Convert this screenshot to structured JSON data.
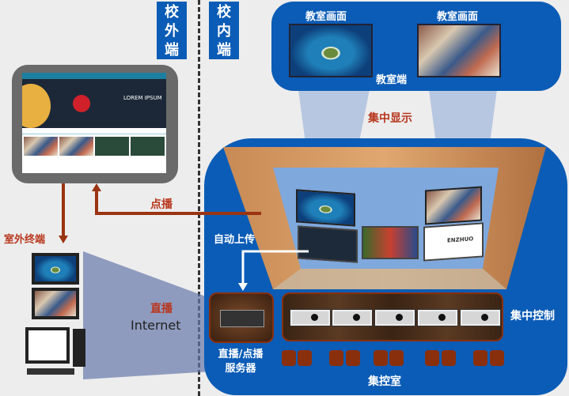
{
  "labels": {
    "off_campus": "校外端",
    "on_campus": "校内端",
    "classroom_view_1": "教室画面",
    "classroom_view_2": "教室画面",
    "classroom_end": "教室端",
    "central_display": "集中显示",
    "on_demand": "点播",
    "outdoor_terminal": "室外终端",
    "auto_upload": "自动上传",
    "live": "直播",
    "internet": "Internet",
    "server_line1": "直播/点播",
    "server_line2": "服务器",
    "central_control": "集中控制",
    "control_room": "集控室"
  },
  "website": {
    "banner_title": "LOREM IPSUM",
    "brand": "ENZHUO"
  },
  "colors": {
    "blue": "#0b5cb6",
    "arrow": "#9a3412",
    "red_text": "#b8361d"
  }
}
